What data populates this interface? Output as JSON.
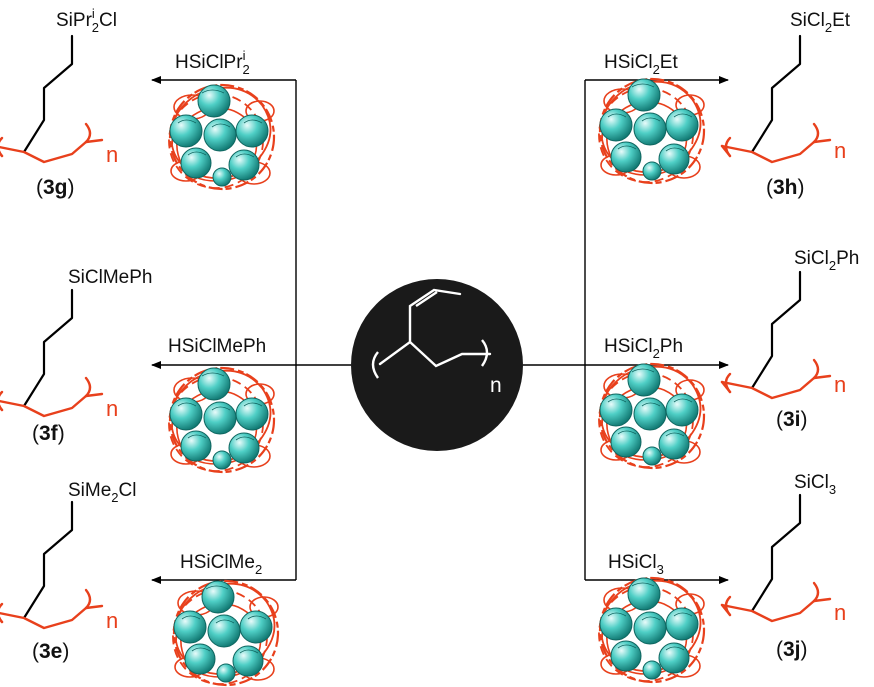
{
  "center": {
    "n_label": "n"
  },
  "reagents": {
    "g": {
      "pre": "HSiClPr",
      "sup": "i",
      "sub": "2",
      "post": ""
    },
    "f": {
      "pre": "HSiClMePh",
      "sup": "",
      "sub": "",
      "post": ""
    },
    "e": {
      "pre": "HSiClMe",
      "sup": "",
      "sub": "2",
      "post": ""
    },
    "h": {
      "pre": "HSiCl",
      "sup": "",
      "sub": "2",
      "post": "Et"
    },
    "i": {
      "pre": "HSiCl",
      "sup": "",
      "sub": "2",
      "post": "Ph"
    },
    "j": {
      "pre": "HSiCl",
      "sup": "",
      "sub": "3",
      "post": ""
    }
  },
  "products": {
    "g": {
      "pre": "SiPr",
      "sup": "i",
      "sub": "2",
      "post": "Cl",
      "n_label": "n",
      "id": "3g"
    },
    "f": {
      "pre": "SiClMePh",
      "sup": "",
      "sub": "",
      "post": "",
      "n_label": "n",
      "id": "3f"
    },
    "e": {
      "pre": "SiMe",
      "sup": "",
      "sub": "2",
      "post": "Cl",
      "n_label": "n",
      "id": "3e"
    },
    "h": {
      "pre": "SiCl",
      "sup": "",
      "sub": "2",
      "post": "Et",
      "n_label": "n",
      "id": "3h"
    },
    "i": {
      "pre": "SiCl",
      "sup": "",
      "sub": "2",
      "post": "Ph",
      "n_label": "n",
      "id": "3i"
    },
    "j": {
      "pre": "SiCl",
      "sup": "",
      "sub": "3",
      "post": "",
      "n_label": "n",
      "id": "3j"
    }
  },
  "colors": {
    "polymer_backbone": "#e8401c",
    "nanoparticle": "#2fb8b0",
    "catalyst_ring": "#e8401c",
    "center_disk": "#1a1a1a"
  }
}
